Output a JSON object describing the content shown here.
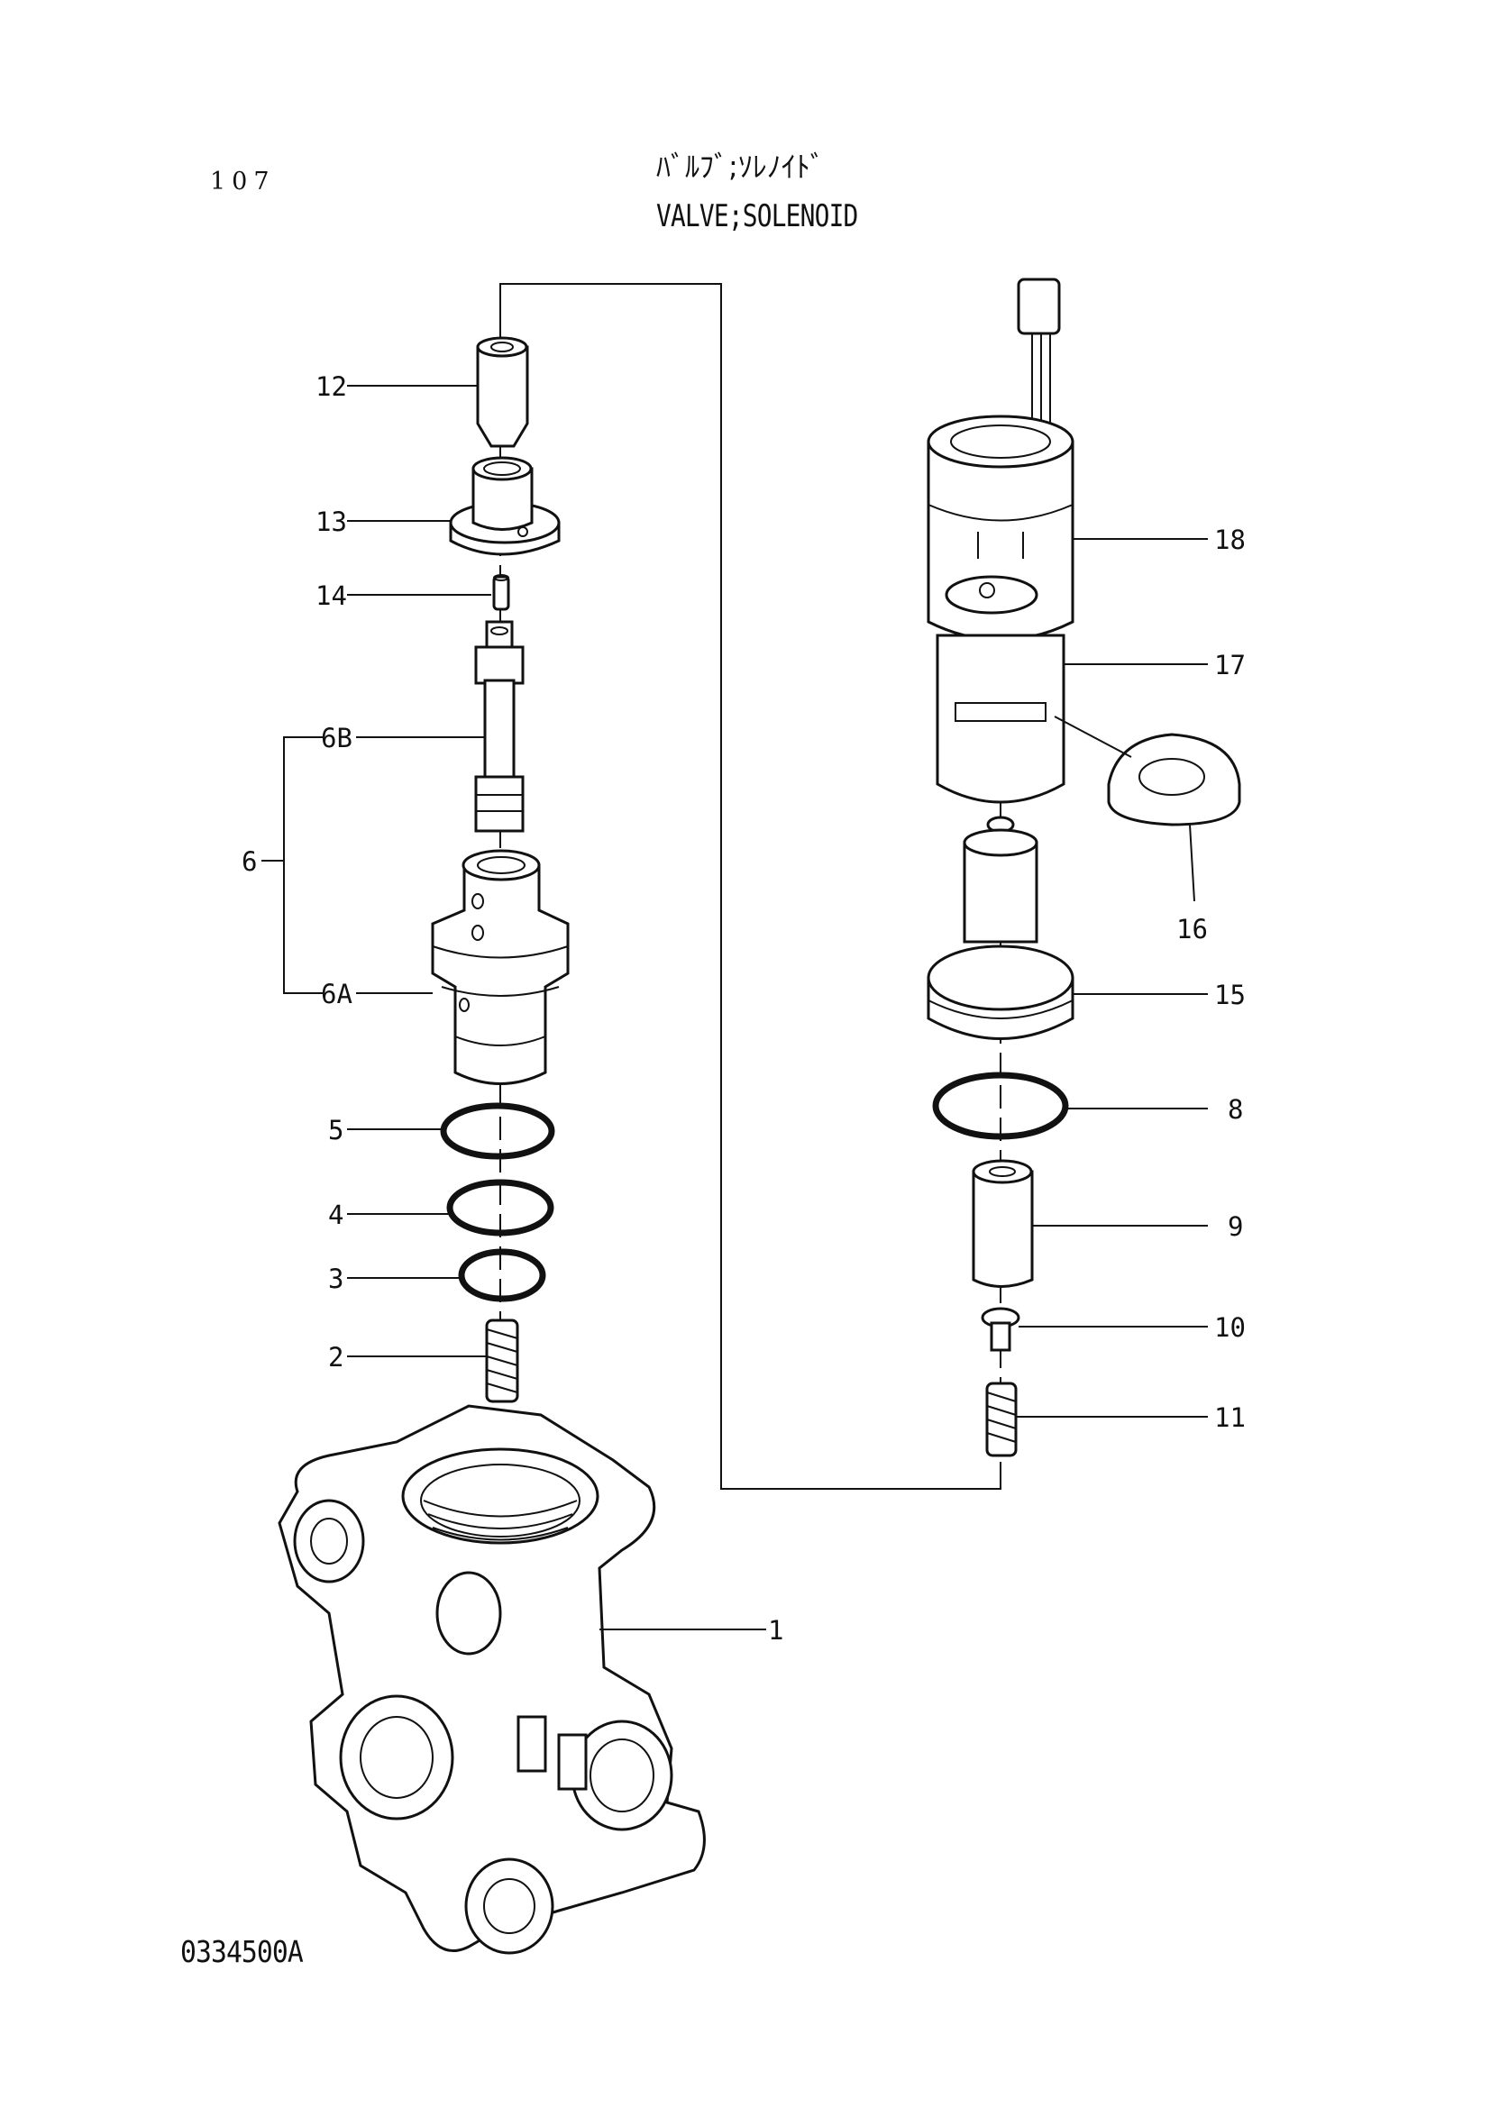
{
  "header": {
    "page_number": "107",
    "title_jp": "ﾊﾞﾙﾌﾞ;ｿﾚﾉｲﾄﾞ",
    "title_en": "VALVE;SOLENOID"
  },
  "footer": {
    "drawing_code": "0334500A"
  },
  "callouts": [
    {
      "id": "1",
      "label": "1"
    },
    {
      "id": "2",
      "label": "2"
    },
    {
      "id": "3",
      "label": "3"
    },
    {
      "id": "4",
      "label": "4"
    },
    {
      "id": "5",
      "label": "5"
    },
    {
      "id": "6",
      "label": "6"
    },
    {
      "id": "6A",
      "label": "6A"
    },
    {
      "id": "6B",
      "label": "6B"
    },
    {
      "id": "8",
      "label": "8"
    },
    {
      "id": "9",
      "label": "9"
    },
    {
      "id": "10",
      "label": "10"
    },
    {
      "id": "11",
      "label": "11"
    },
    {
      "id": "12",
      "label": "12"
    },
    {
      "id": "13",
      "label": "13"
    },
    {
      "id": "14",
      "label": "14"
    },
    {
      "id": "15",
      "label": "15"
    },
    {
      "id": "16",
      "label": "16"
    },
    {
      "id": "17",
      "label": "17"
    },
    {
      "id": "18",
      "label": "18"
    }
  ]
}
